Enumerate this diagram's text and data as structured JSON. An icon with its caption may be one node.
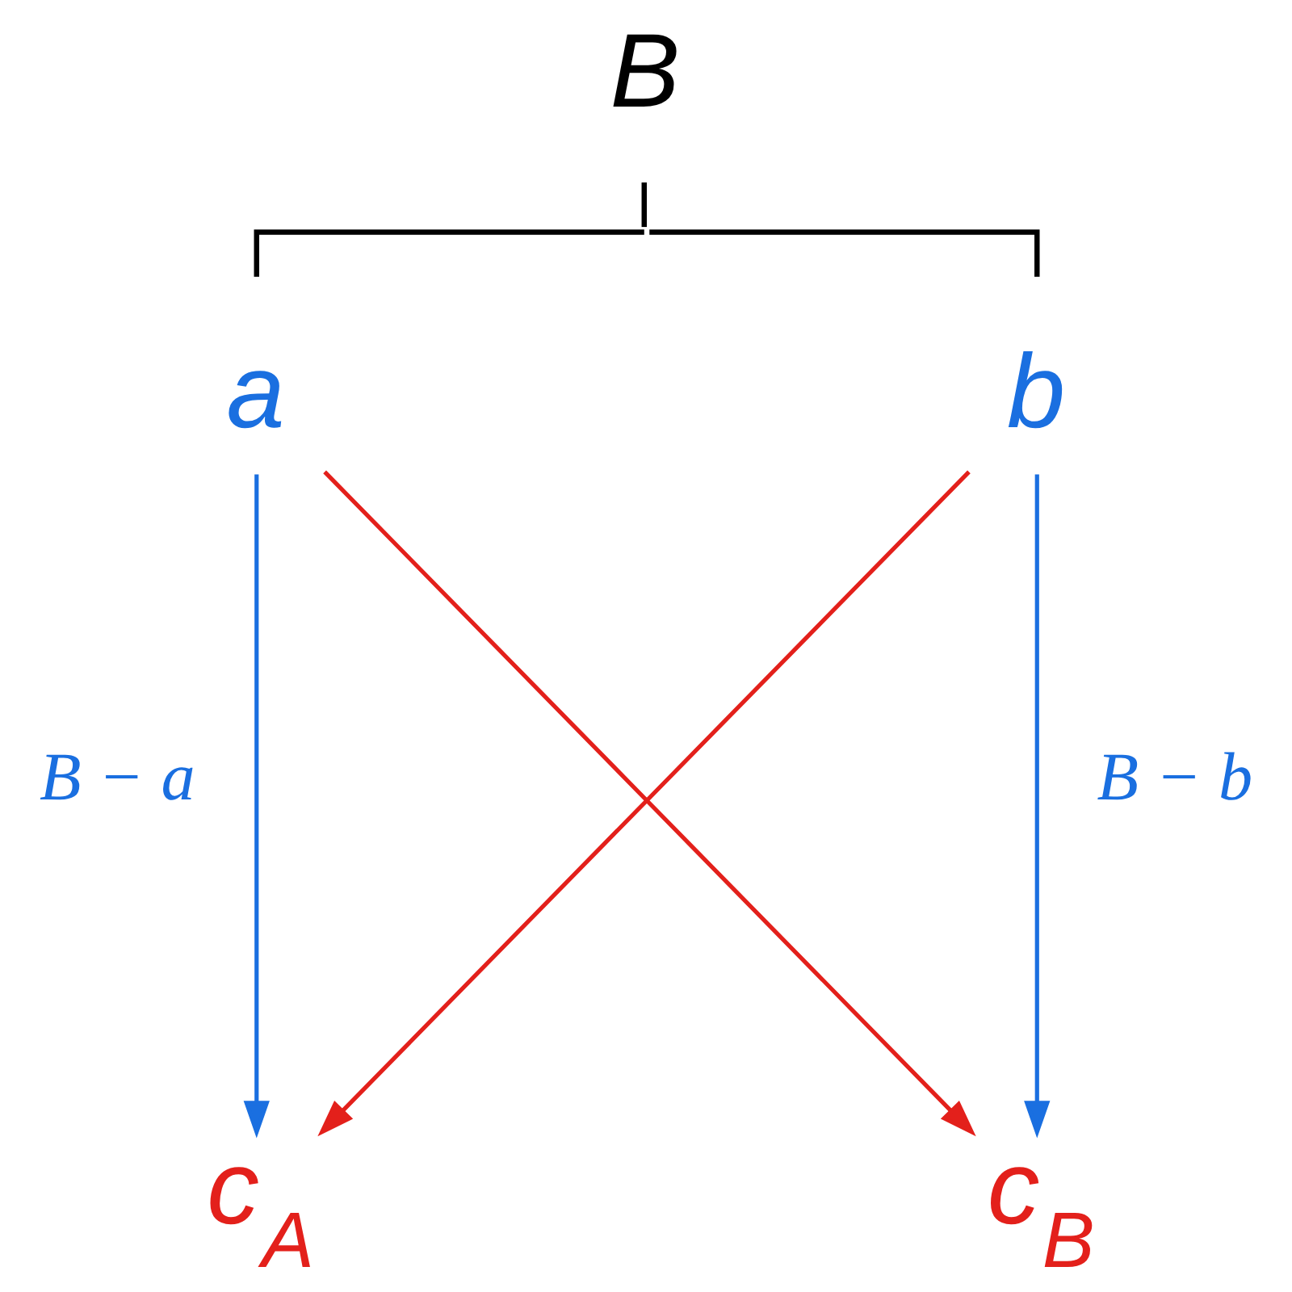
{
  "diagram": {
    "nodes": [
      {
        "text": [
          "a"
        ]
      },
      {
        "text": [
          "b"
        ]
      },
      {
        "text": [
          "c$_{A}$"
        ]
      },
      {
        "text": [
          "c$_{B}$"
        ]
      }
    ],
    "edges": [
      {
        "from": 0,
        "to": 2,
        "arrow": "to",
        "label": "B − a",
        "color": "#1a6fe0"
      },
      {
        "from": 0,
        "to": 3,
        "arrow": "to",
        "color": "#e3201b"
      },
      {
        "from": 1,
        "to": 2,
        "arrow": "to",
        "color": "#e3201b"
      },
      {
        "from": 1,
        "to": 3,
        "arrow": "to",
        "label": "B − b",
        "color": "#1a6fe0"
      }
    ],
    "labels": [
      "B"
    ]
  }
}
